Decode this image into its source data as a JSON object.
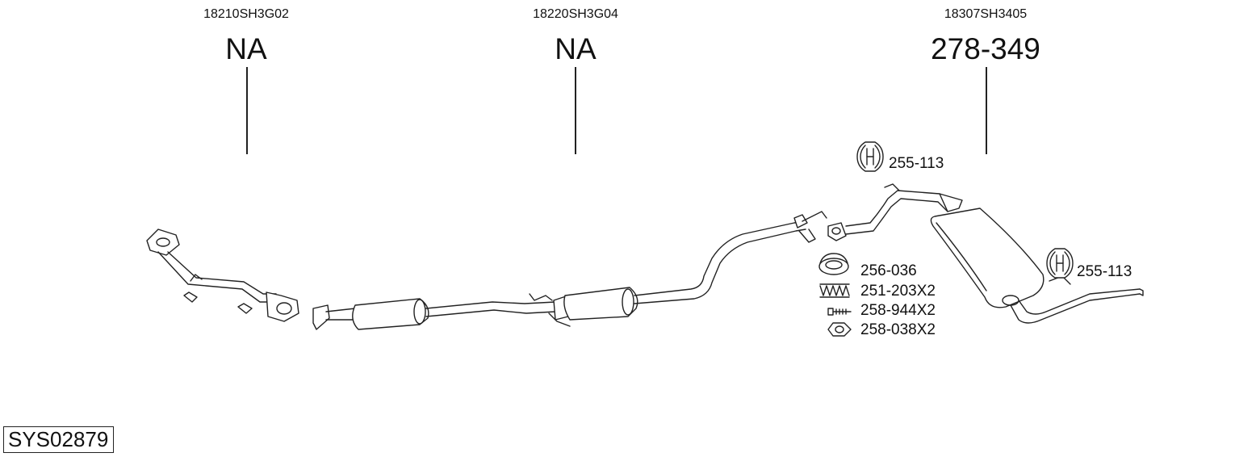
{
  "parts": [
    {
      "oe_number": "18210SH3G02",
      "reference": "NA"
    },
    {
      "oe_number": "18220SH3G04",
      "reference": "NA"
    },
    {
      "oe_number": "18307SH3405",
      "reference": "278-349"
    }
  ],
  "accessories": {
    "hanger_top": "255-113",
    "hanger_right": "255-113",
    "gasket": "256-036",
    "spring": "251-203X2",
    "bolt": "258-944X2",
    "nut": "258-038X2"
  },
  "system_code": "SYS02879"
}
